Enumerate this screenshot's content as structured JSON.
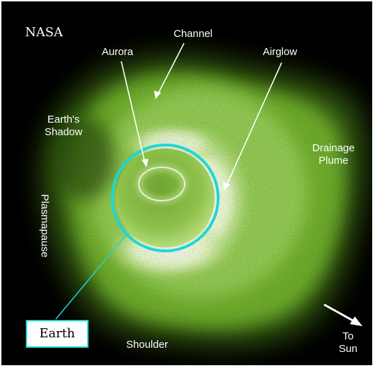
{
  "image": {
    "credit": "NASA",
    "labels": {
      "channel": "Channel",
      "aurora": "Aurora",
      "airglow": "Airglow",
      "earths_shadow": "Earth's\nShadow",
      "drainage_plume": "Drainage\nPlume",
      "plasmapause": "Plasmapause",
      "shoulder": "Shoulder",
      "to_sun": "To\nSun",
      "earth": "Earth"
    },
    "colors": {
      "background": "#000000",
      "plasmasphere_glow": "#7cc23a",
      "bright_glow": "#ffffff",
      "earth_outline": "#1fd6d6",
      "annotation_text": "#ffffff"
    },
    "icons": [
      "sun-direction-arrow-icon"
    ]
  }
}
